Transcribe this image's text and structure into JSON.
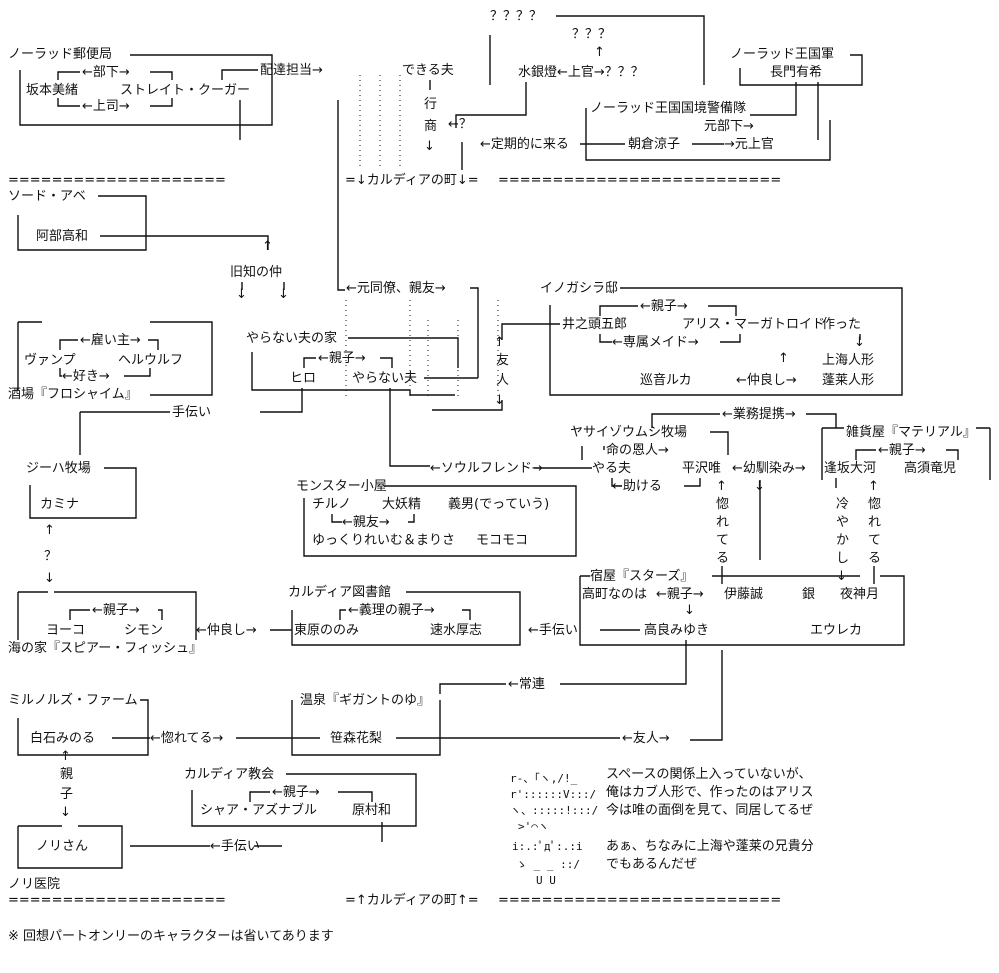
{
  "towns": {
    "top": "=↓カルディアの町↓=",
    "bottom": "=↑カルディアの町↑=",
    "equals_left": "====================",
    "equals_right": "=========================="
  },
  "post_office": {
    "title": "ノーラッド郵便局",
    "sakamoto": "坂本美緒",
    "strait": "ストレイト・クーガー",
    "buka": "←部下→",
    "joushi": "←上司→",
    "delivery": "配達担当→"
  },
  "dekiru": {
    "name": "できる夫",
    "gyou": "行",
    "shou": "商"
  },
  "unknowns": {
    "q4": "？？？？",
    "q3": "？？？",
    "suigintou": "水銀燈←上官→？？？",
    "q1": "←？"
  },
  "army": {
    "title": "ノーラッド王国軍",
    "nagato": "長門有希"
  },
  "border": {
    "title": "ノーラッド王国国境警備隊",
    "former_sub": "元部下→",
    "regular": "←定期的に来る",
    "asakura": "朝倉涼子",
    "former_boss": "→元上官"
  },
  "sword": {
    "title": "ソード・アベ",
    "abe": "阿部高和"
  },
  "old_friend": "旧知の仲",
  "colleague": "←元同僚、親友→",
  "bar": {
    "title": "酒場『フロシャイム』",
    "vamp": "ヴァンプ",
    "wolf": "ヘルウルフ",
    "employer": "←雇い主→",
    "love": "←好き→"
  },
  "yaranai_house": {
    "title": "やらない夫の家",
    "hiro": "ヒロ",
    "yaranai": "やらない夫",
    "parent": "←親子→"
  },
  "friend_v": {
    "a": "友",
    "b": "人"
  },
  "inogashira": {
    "title": "イノガシラ邸",
    "goro": "井之頭五郎",
    "alice": "アリス・マーガトロイド",
    "made": "作った",
    "parent": "←親子→",
    "maid": "←専属メイド→",
    "shanghai": "上海人形",
    "luka": "巡音ルカ",
    "close": "←仲良し→",
    "hourai": "蓬莱人形"
  },
  "help1": "手伝い",
  "zeeha": {
    "title": "ジーハ牧場",
    "kamina": "カミナ",
    "q": "？"
  },
  "business": "←業務提携→",
  "yasai": {
    "title": "ヤサイゾウムシ牧場",
    "benefactor": "命の恩人→",
    "yaruo": "やる夫",
    "yui": "平沢唯",
    "help": "←助ける"
  },
  "soul": "←ソウルフレンド→",
  "osananajimi": "←幼馴染み→",
  "zakka": {
    "title": "雑貨屋『マテリアル』",
    "parent": "←親子→",
    "aisaka": "逢坂大河",
    "takasu": "高須竜児"
  },
  "monster": {
    "title": "モンスター小屋",
    "cirno": "チルノ",
    "daiyousei": "大妖精",
    "yoshio": "義男(でっていう)",
    "friend": "←親友→",
    "yukkuri": "ゆっくりれいむ＆まりさ",
    "mokomoko": "モコモコ"
  },
  "vertical": {
    "horeteru": [
      "惚",
      "れ",
      "て",
      "る"
    ],
    "hiyakashi": [
      "冷",
      "や",
      "か",
      "し"
    ],
    "horeteru2": [
      "惚",
      "れ",
      "て",
      "る"
    ]
  },
  "stars": {
    "title": "宿屋『スターズ』",
    "nanoha": "高町なのは",
    "parent": "←親子→",
    "makoto": "伊藤誠",
    "gin": "銀",
    "tsukuyo": "夜神月",
    "miyuki": "高良みゆき",
    "eureka": "エウレカ"
  },
  "help2": "←手伝い",
  "library": {
    "title": "カルディア図書館",
    "parent_in_law": "←義理の親子→",
    "nonomi": "東原ののみ",
    "hayami": "速水厚志"
  },
  "close2": "←仲良し→",
  "seaside": {
    "title": "海の家『スピアー・フィッシュ』",
    "yoko": "ヨーコ",
    "simon": "シモン",
    "parent": "←親子→"
  },
  "regular": "←常連",
  "milnols": {
    "title": "ミルノルズ・ファーム",
    "minoru": "白石みのる"
  },
  "horeteru_h": "←惚れてる→",
  "onsen": {
    "title": "温泉『ギガントのゆ』",
    "kasamori": "笹森花梨"
  },
  "friend_h": "←友人→",
  "oyako_v": {
    "a": "親",
    "b": "子"
  },
  "church": {
    "title": "カルディア教会",
    "parent": "←親子→",
    "shaa": "シャア・アズナブル",
    "haramura": "原村和"
  },
  "help3": "←手伝い",
  "clinic": {
    "title": "ノリ医院",
    "nori": "ノリさん"
  },
  "note": {
    "l1": "スペースの関係上入っていないが、",
    "l2": "俺はカブ人形で、作ったのはアリス",
    "l3": "今は唯の面倒を見て、同居してるぜ",
    "l4": "あぁ、ちなみに上海や蓬莱の兄貴分",
    "l5": "でもあるんだぜ"
  },
  "footnote": "※ 回想パートオンリーのキャラクターは省いてあります"
}
